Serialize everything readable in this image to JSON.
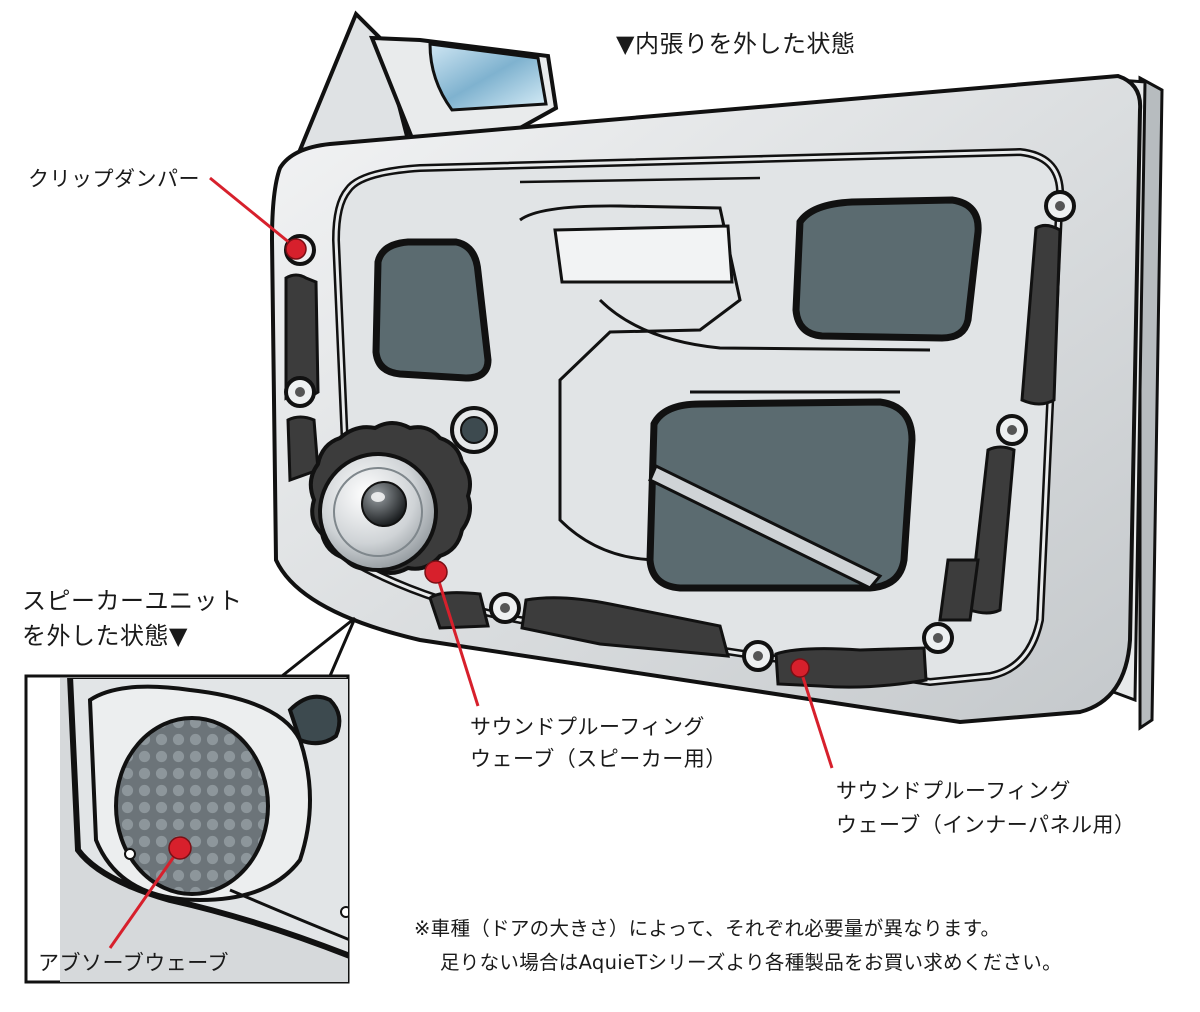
{
  "labels": {
    "top_state": "▼内張りを外した状態",
    "clip_damper": "クリップダンパー",
    "speaker_removed_l1": "スピーカーユニット",
    "speaker_removed_l2": "を外した状態▼",
    "sp_speaker_l1": "サウンドプルーフィング",
    "sp_speaker_l2": "ウェーブ（スピーカー用）",
    "sp_inner_l1": "サウンドプルーフィング",
    "sp_inner_l2": "ウェーブ（インナーパネル用）",
    "absorb_wave": "アブソーブウェーブ"
  },
  "note": {
    "line1": "※車種（ドアの大きさ）によって、それぞれ必要量が異なります。",
    "line2": "足りない場合はAquieTシリーズより各種製品をお買い求めください。"
  },
  "colors": {
    "marker_red": "#d7202c",
    "glass": "#5b6b70",
    "door_panel": "#dfe2e4",
    "wave_dark": "#3c3c3c",
    "outline": "#111111"
  }
}
